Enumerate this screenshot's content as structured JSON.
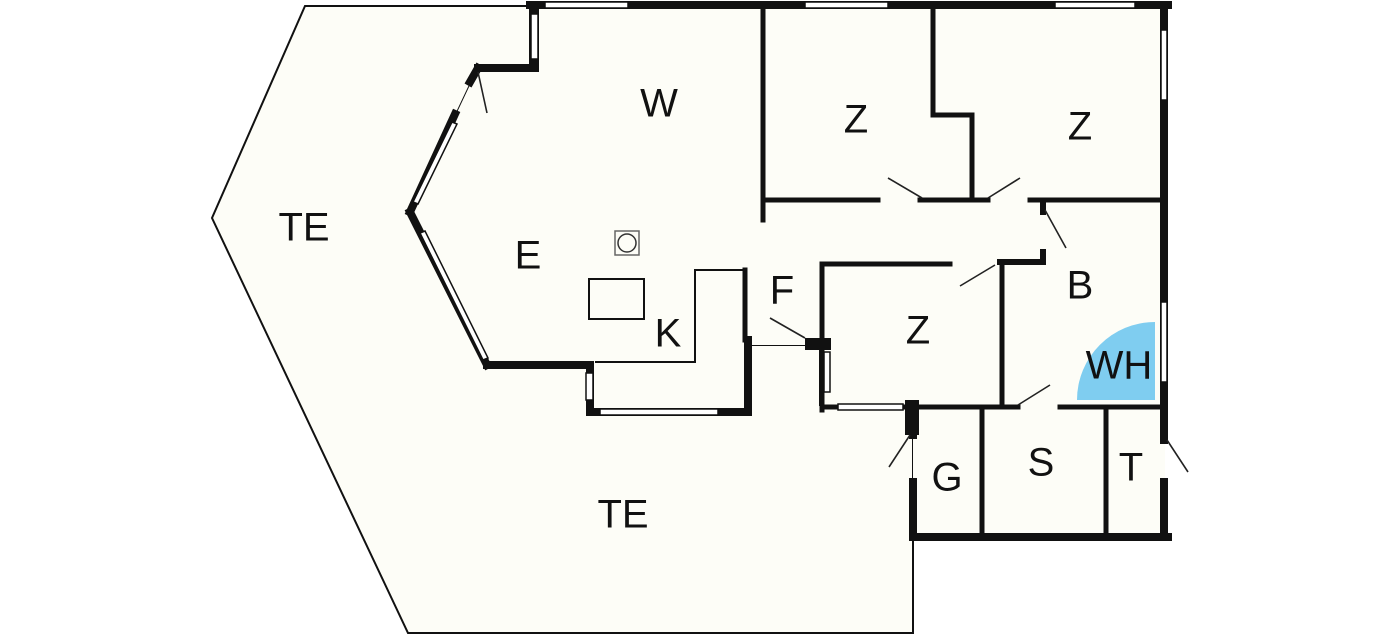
{
  "title": "Floor plan",
  "colors": {
    "background": "#ffffff",
    "floor": "#fdfdf7",
    "wall": "#111111",
    "water_heater": "#7fcdf0"
  },
  "rooms": [
    {
      "id": "terrace-top",
      "label": "TE"
    },
    {
      "id": "terrace-bottom",
      "label": "TE"
    },
    {
      "id": "living",
      "label": "W"
    },
    {
      "id": "dining",
      "label": "E"
    },
    {
      "id": "kitchen",
      "label": "K"
    },
    {
      "id": "hall",
      "label": "F"
    },
    {
      "id": "bedroom-1",
      "label": "Z"
    },
    {
      "id": "bedroom-2",
      "label": "Z"
    },
    {
      "id": "bedroom-3",
      "label": "Z"
    },
    {
      "id": "bathroom",
      "label": "B"
    },
    {
      "id": "water-heater",
      "label": "WH"
    },
    {
      "id": "storage-g",
      "label": "G"
    },
    {
      "id": "storage-s",
      "label": "S"
    },
    {
      "id": "toilet",
      "label": "T"
    }
  ]
}
